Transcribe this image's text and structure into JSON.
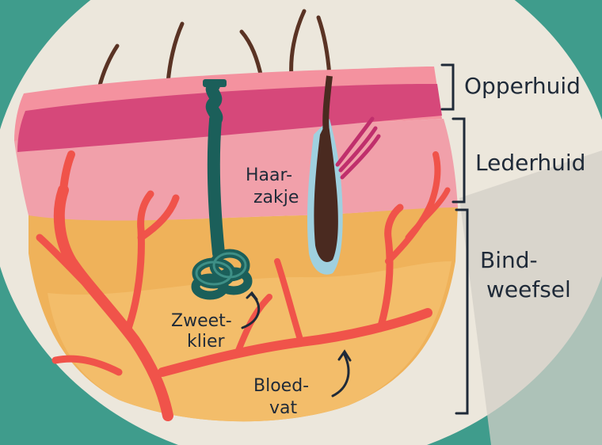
{
  "labels": {
    "opperhuid": "Opperhuid",
    "lederhuid": "Lederhuid",
    "bindweefsel_line1": "Bind-",
    "bindweefsel_line2": "weefsel",
    "haarzakje_line1": "Haar-",
    "haarzakje_line2": "zakje",
    "zweetklier_line1": "Zweet-",
    "zweetklier_line2": "klier",
    "bloedvat_line1": "Bloed-",
    "bloedvat_line2": "vat"
  },
  "colors": {
    "frame": "#3f9c8c",
    "background": "#ece7dc",
    "epidermis": "#d6487a",
    "dermis": "#f1a0aa",
    "subcutis": "#efb25a",
    "blood_vessel": "#f0534a",
    "sweat_gland": "#1b5f5a",
    "hair": "#5a3324",
    "follicle": "#9fd0df",
    "ink": "#1f2a38"
  }
}
